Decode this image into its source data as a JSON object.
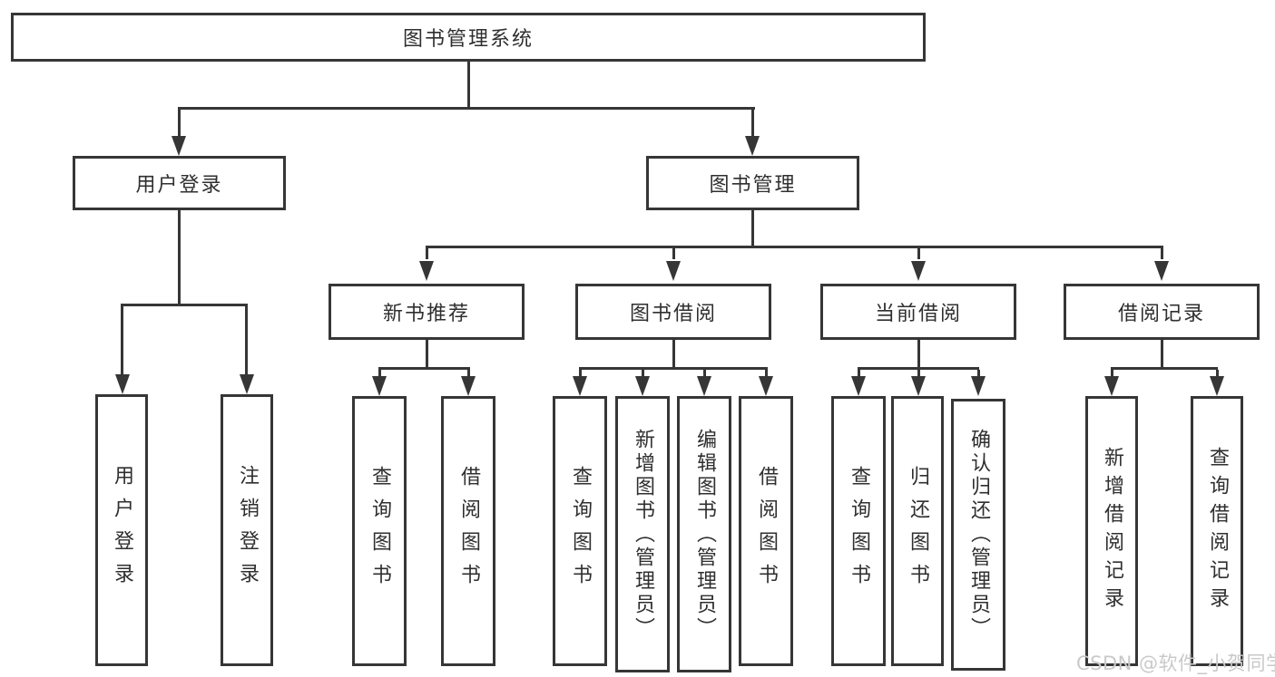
{
  "tree": {
    "root": "图书管理系统",
    "branches": [
      {
        "label": "用户登录",
        "children": [
          "用户登录",
          "注销登录"
        ]
      },
      {
        "label": "图书管理",
        "sections": [
          {
            "label": "新书推荐",
            "children": [
              "查询图书",
              "借阅图书"
            ]
          },
          {
            "label": "图书借阅",
            "children": [
              "查询图书",
              "新增图书（管理员）",
              "编辑图书（管理员）",
              "借阅图书"
            ]
          },
          {
            "label": "当前借阅",
            "children": [
              "查询图书",
              "归还图书",
              "确认归还（管理员）"
            ]
          },
          {
            "label": "借阅记录",
            "children": [
              "新增借阅记录",
              "查询借阅记录"
            ]
          }
        ]
      }
    ]
  },
  "watermark": {
    "text": "CSDN @软件_小贺同学"
  },
  "colors": {
    "line": "#363636",
    "text": "#2f2f2f",
    "watermark": "#c9c9c9",
    "background": "#ffffff"
  }
}
